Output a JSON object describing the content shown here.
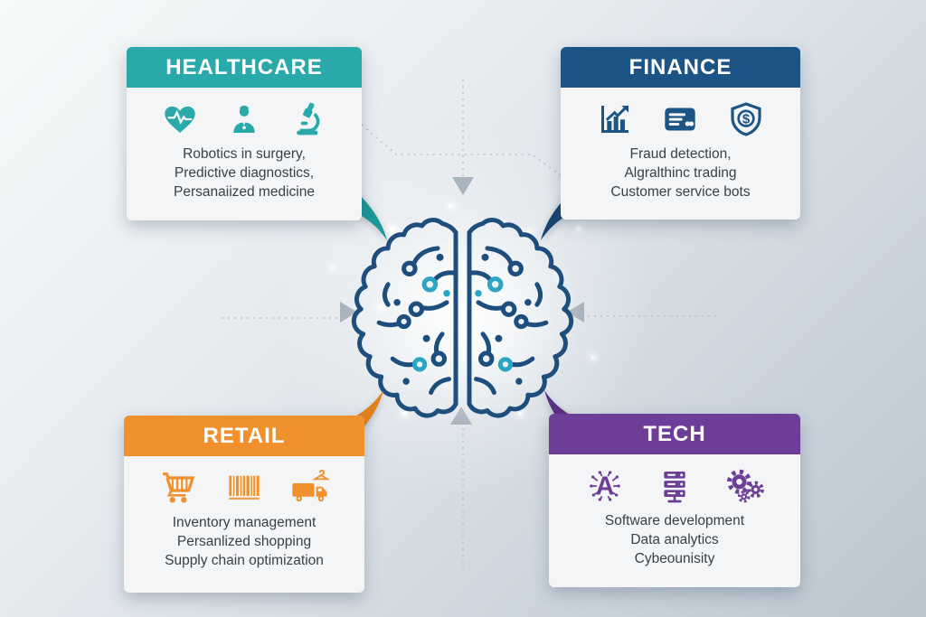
{
  "center": {
    "icon": "brain-circuit"
  },
  "connector_color": "#aab4be",
  "cards": [
    {
      "id": "healthcare",
      "title": "HEALTHCARE",
      "color": "#29a9a9",
      "flourish_color": "#1c9898",
      "icons": [
        "heart-pulse-icon",
        "doctor-icon",
        "microscope-icon"
      ],
      "lines": [
        "Robotics in surgery,",
        "Predictive diagnostics,",
        "Persanaiized medicine"
      ]
    },
    {
      "id": "finance",
      "title": "FINANCE",
      "color": "#1d5486",
      "flourish_color": "#174570",
      "icons": [
        "bar-chart-growth-icon",
        "credit-card-icon",
        "shield-dollar-icon"
      ],
      "lines": [
        "Fraud detection,",
        "Algralthinc trading",
        "Customer service bots"
      ]
    },
    {
      "id": "retail",
      "title": "RETAIL",
      "color": "#f0912d",
      "flourish_color": "#e2801c",
      "icons": [
        "shopping-cart-icon",
        "barcode-icon",
        "delivery-truck-icon"
      ],
      "lines": [
        "Inventory management",
        "Persanlized shopping",
        "Supply chain optimization"
      ]
    },
    {
      "id": "tech",
      "title": "TECH",
      "color": "#6c3e97",
      "flourish_color": "#5a3182",
      "icons": [
        "ai-chip-icon",
        "server-stack-icon",
        "gears-icon"
      ],
      "lines": [
        "Software development",
        "Data analytics",
        "Cybeounisity"
      ]
    }
  ]
}
